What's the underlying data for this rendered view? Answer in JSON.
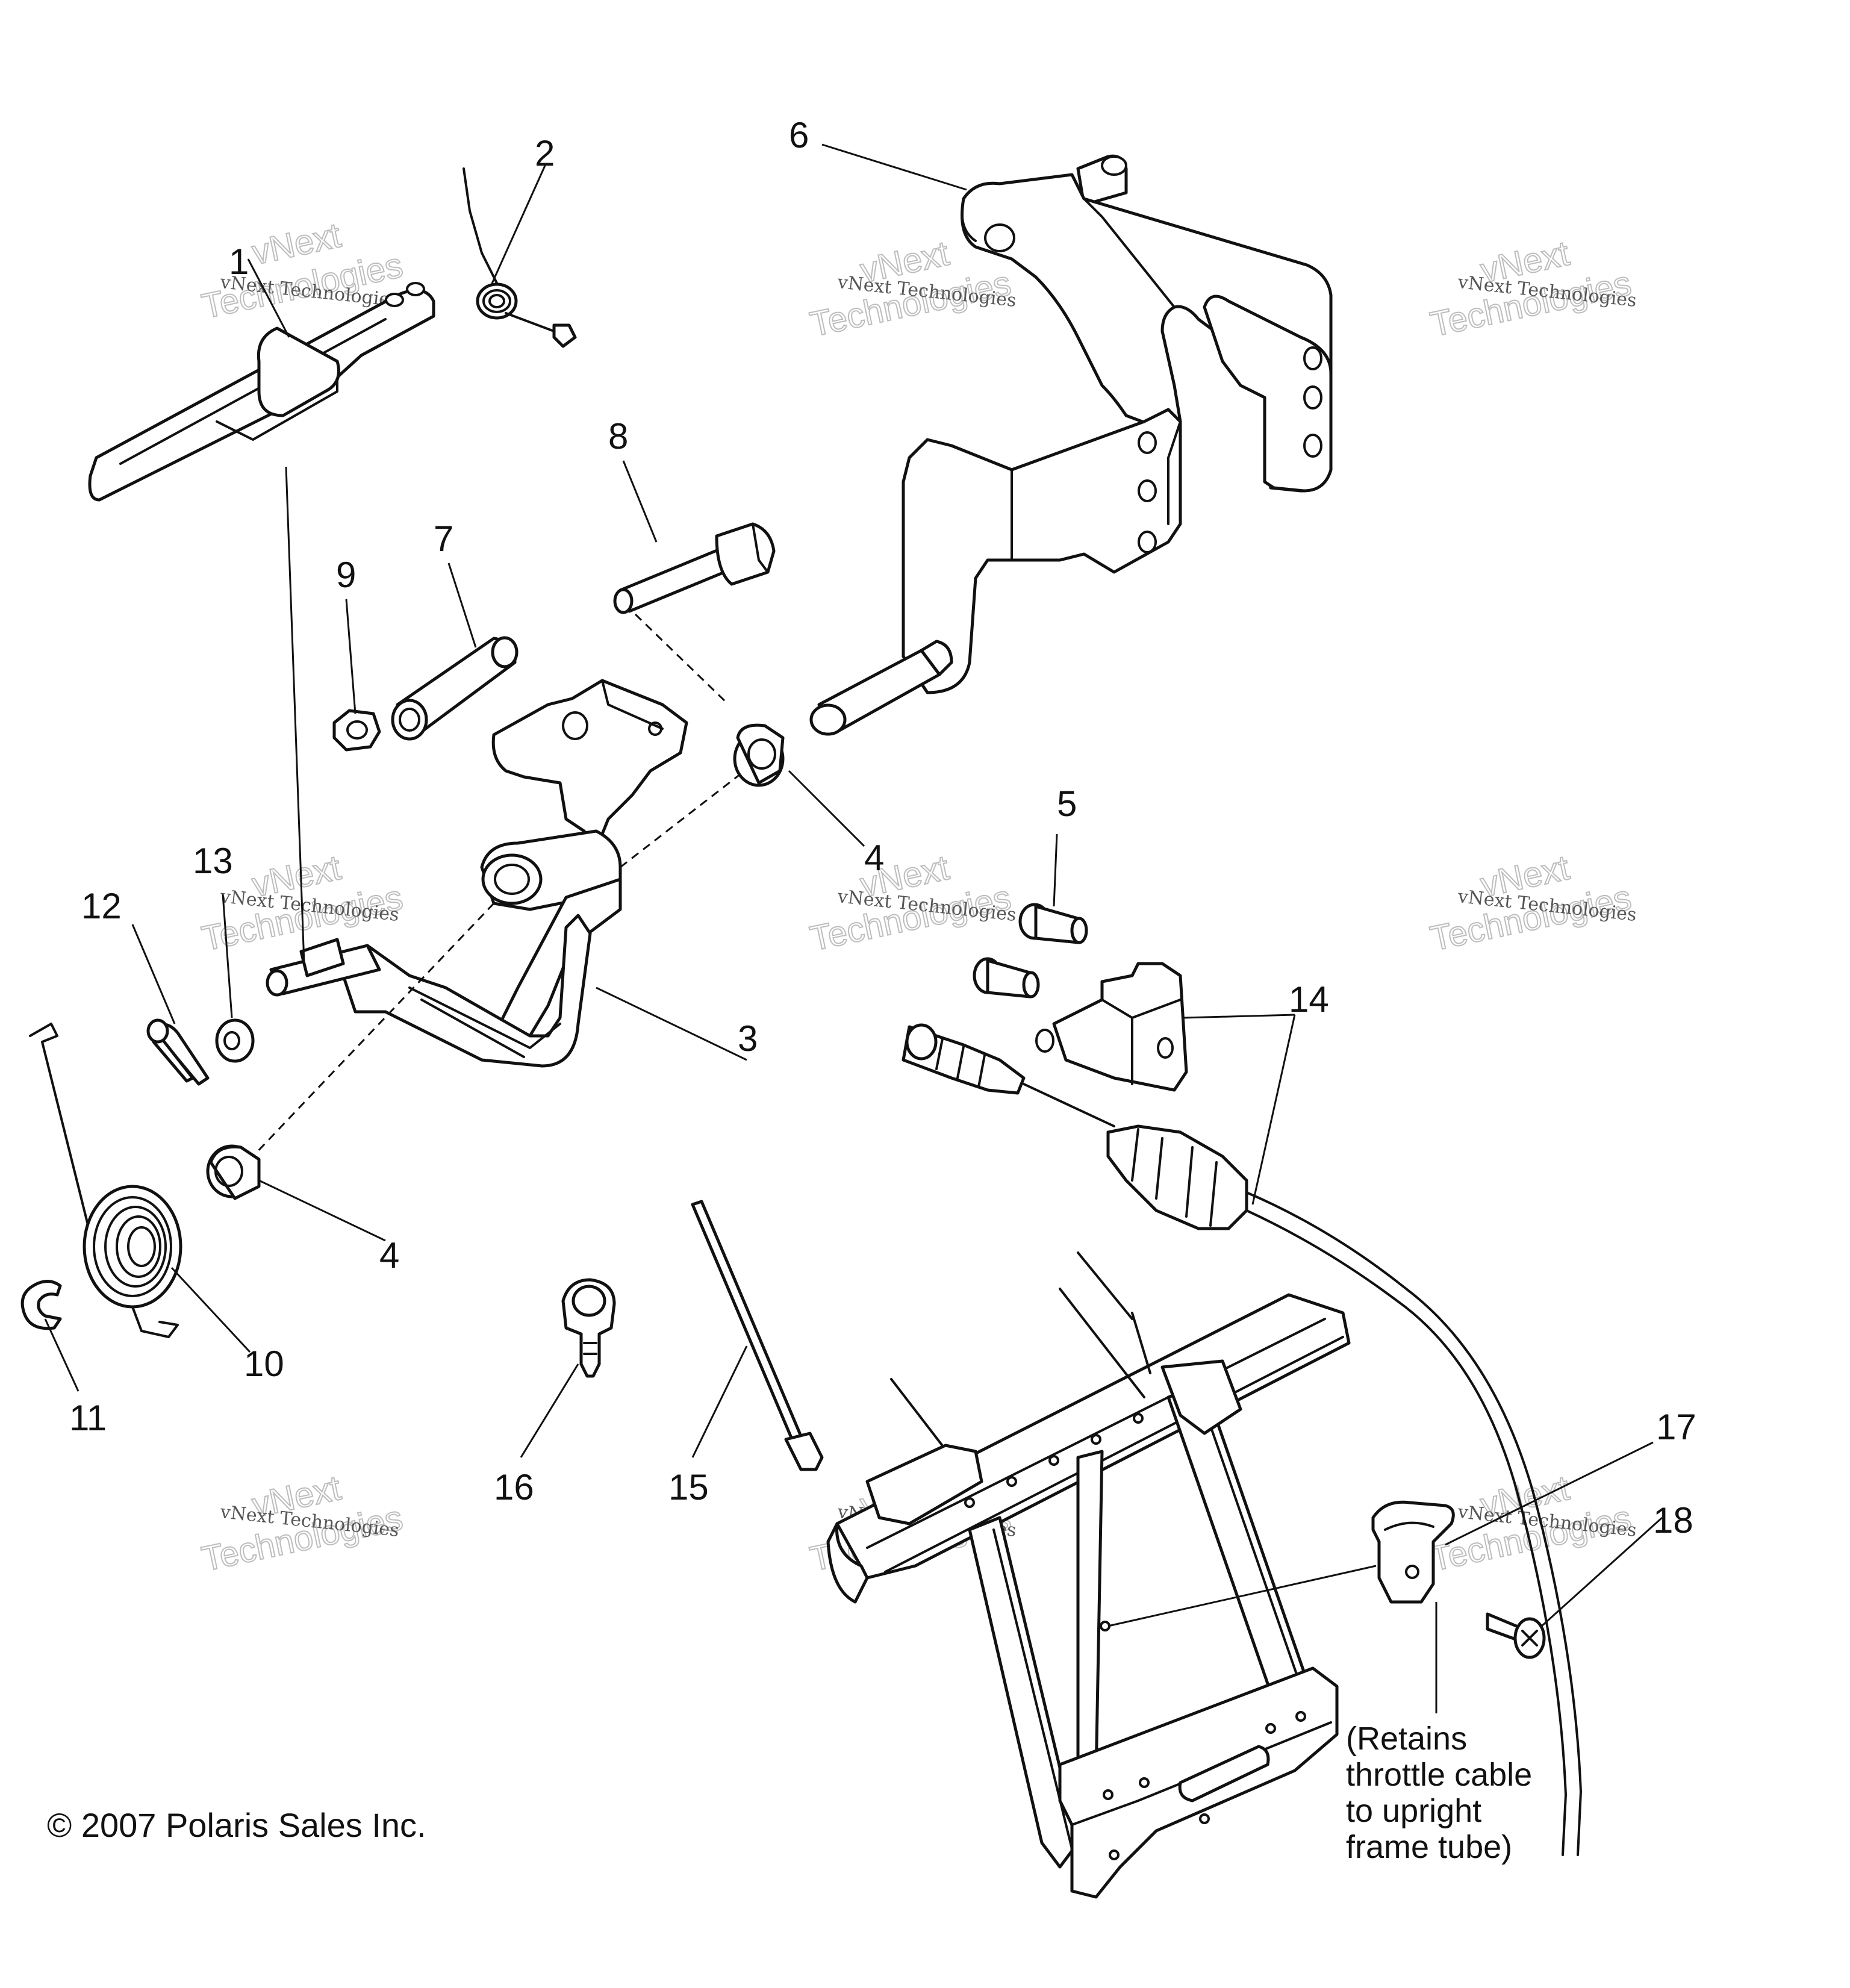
{
  "callouts": {
    "c1": "1",
    "c2": "2",
    "c3": "3",
    "c4a": "4",
    "c4b": "4",
    "c5": "5",
    "c6": "6",
    "c7": "7",
    "c8": "8",
    "c9": "9",
    "c10": "10",
    "c11": "11",
    "c12": "12",
    "c13": "13",
    "c14": "14",
    "c15": "15",
    "c16": "16",
    "c17": "17",
    "c18": "18"
  },
  "note_lines": [
    "(Retains",
    "throttle cable",
    "to upright",
    "frame tube)"
  ],
  "copyright": "© 2007 Polaris Sales Inc.",
  "watermark": {
    "line1": "vNext Technologies",
    "line2": "vNext",
    "line3": "Technologies"
  }
}
